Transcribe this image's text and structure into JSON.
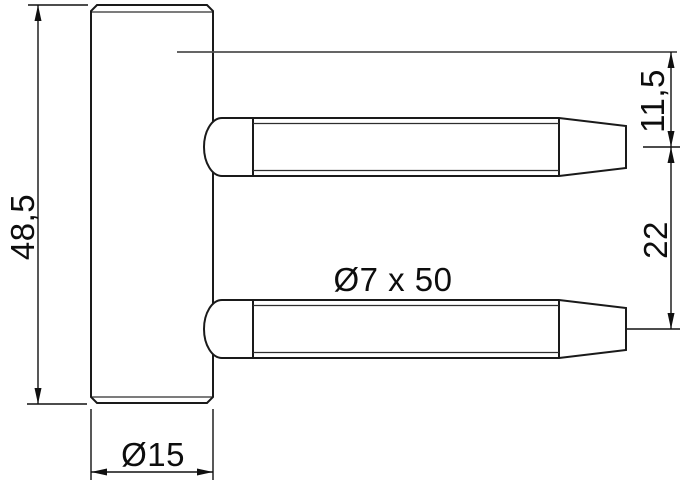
{
  "labels": {
    "body_height": "48,5",
    "top_pin_offset": "11,5",
    "pin_center_spacing": "22",
    "pin_dimensions": "Ø7 x 50",
    "body_diameter": "Ø15"
  },
  "colors": {
    "background": "#ffffff",
    "part_outline": "#1a1a1a",
    "dimension_lines": "#101010",
    "reference_line": "#4f4f4f",
    "text": "#0d0d0d"
  }
}
